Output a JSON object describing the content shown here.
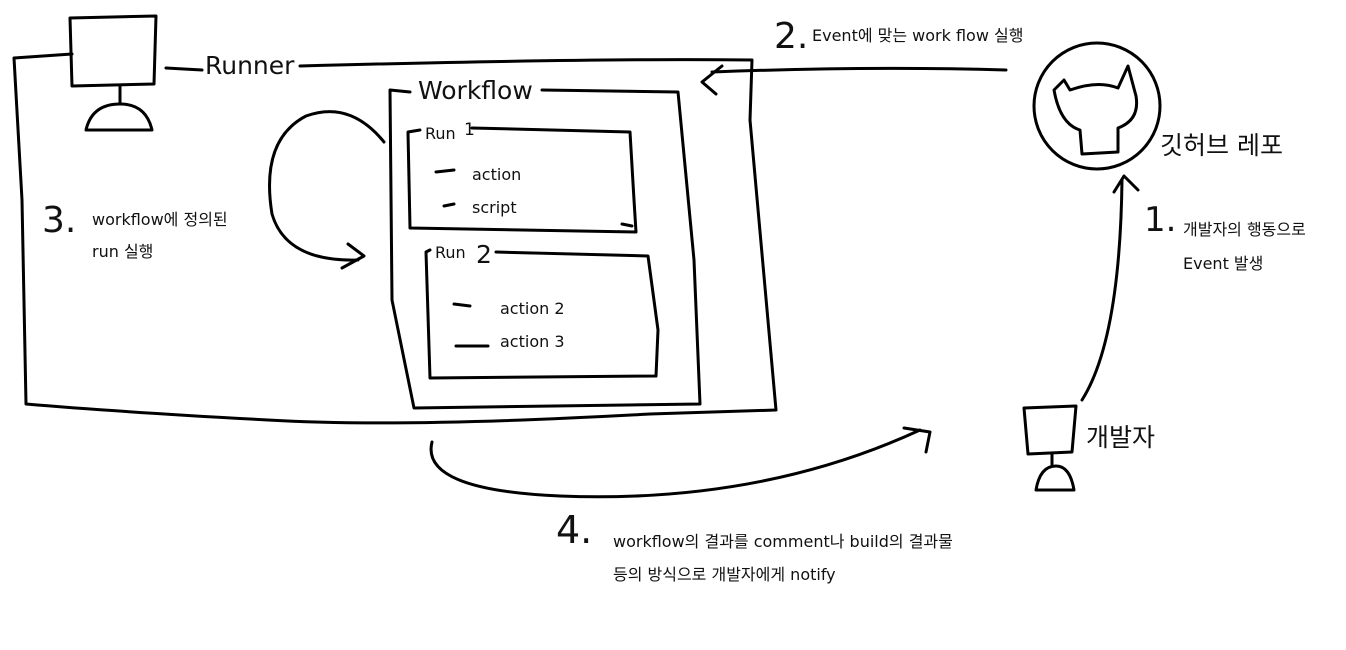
{
  "diagram": {
    "runner_label": "Runner",
    "workflow_label": "Workflow",
    "runs": [
      {
        "label": "Run",
        "number": "1",
        "items": [
          "action",
          "script"
        ]
      },
      {
        "label": "Run",
        "number": "2",
        "items": [
          "action 2",
          "action 3"
        ]
      }
    ],
    "repo_label": "깃허브 레포",
    "developer_label": "개발자",
    "steps": [
      {
        "number": "1.",
        "lines": [
          "개발자의 행동으로",
          "Event 발생"
        ]
      },
      {
        "number": "2.",
        "lines": [
          "Event에 맞는 work flow 실행"
        ]
      },
      {
        "number": "3.",
        "lines": [
          "workflow에 정의된",
          "run 실행"
        ]
      },
      {
        "number": "4.",
        "lines": [
          "workflow의 결과를 comment나 build의 결과물",
          "등의 방식으로 개발자에게 notify"
        ]
      }
    ]
  }
}
